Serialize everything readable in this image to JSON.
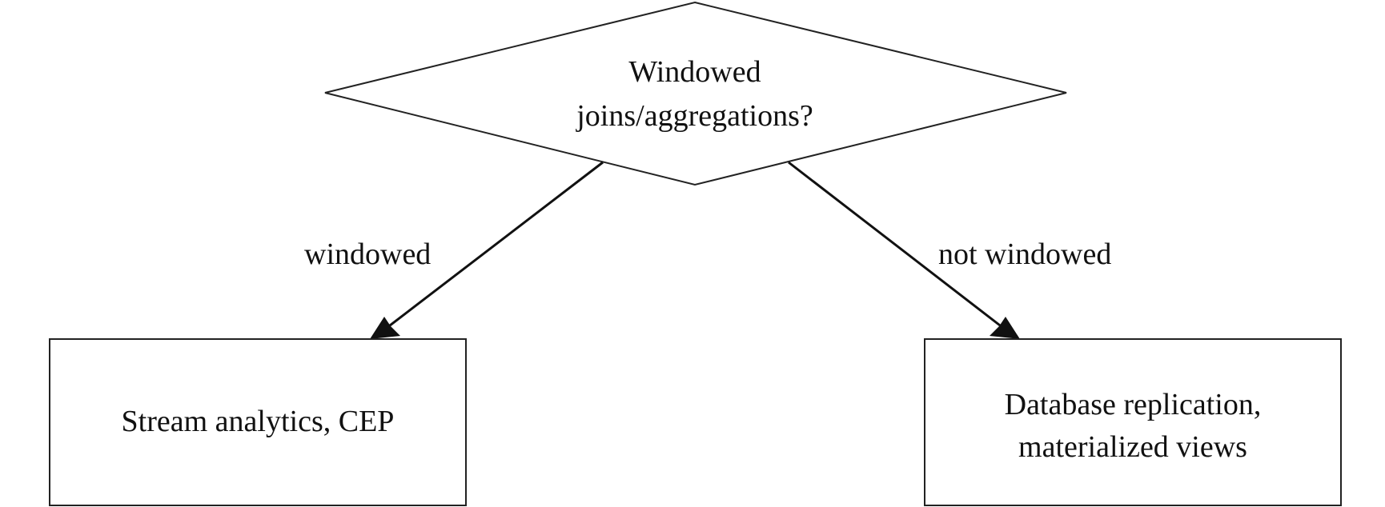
{
  "decision": {
    "line1": "Windowed",
    "line2": "joins/aggregations?"
  },
  "edges": {
    "left_label": "windowed",
    "right_label": "not windowed"
  },
  "outcomes": {
    "left": "Stream analytics, CEP",
    "right_line1": "Database replication,",
    "right_line2": "materialized views"
  }
}
